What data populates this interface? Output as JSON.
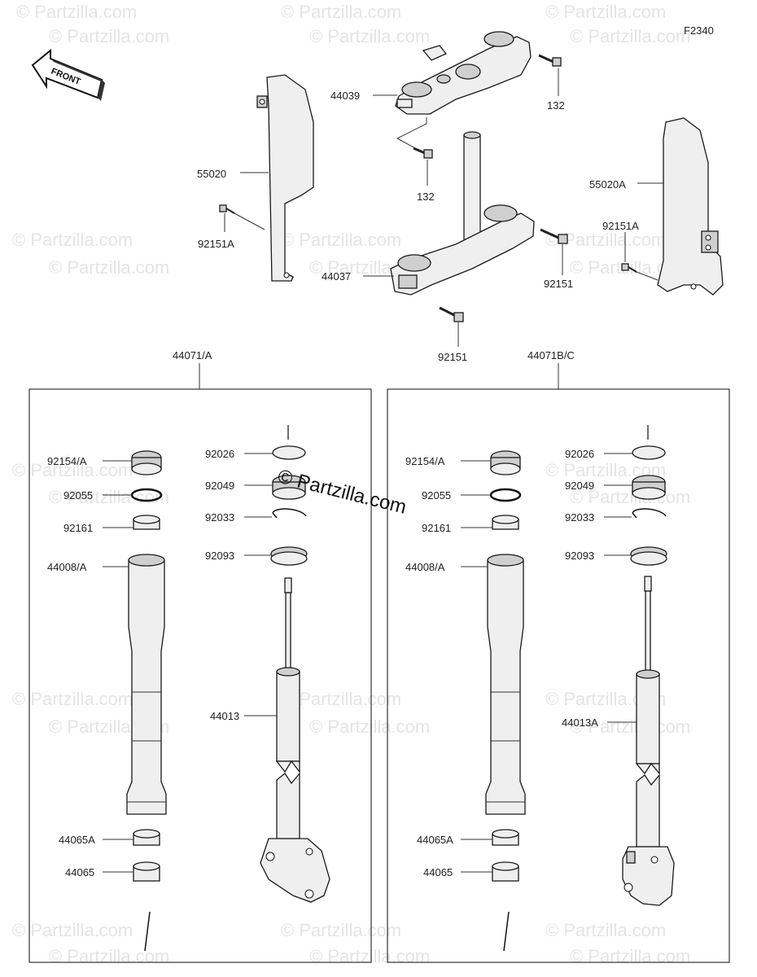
{
  "diagram": {
    "code": "F2340",
    "front_label": "FRONT",
    "watermark": "© Partzilla.com",
    "center_watermark": "© Partzilla.com",
    "labels": {
      "p44039": "44039",
      "p132_top": "132",
      "p132_mid": "132",
      "p55020": "55020",
      "p92151A_left": "92151A",
      "p44037": "44037",
      "p92151_right": "92151",
      "p92151_bottom": "92151",
      "p55020A": "55020A",
      "p92151A_right": "92151A",
      "box_left": "44071/A",
      "box_right": "44071B/C",
      "l_92154": "92154/A",
      "l_92055": "92055",
      "l_92161": "92161",
      "l_44008": "44008/A",
      "l_44065A": "44065A",
      "l_44065": "44065",
      "l_92026": "92026",
      "l_92049": "92049",
      "l_92033": "92033",
      "l_92093": "92093",
      "l_44013": "44013",
      "r_92154": "92154/A",
      "r_92055": "92055",
      "r_92161": "92161",
      "r_44008": "44008/A",
      "r_44065A": "44065A",
      "r_44065": "44065",
      "r_92026": "92026",
      "r_92049": "92049",
      "r_92033": "92033",
      "r_92093": "92093",
      "r_44013A": "44013A"
    }
  }
}
